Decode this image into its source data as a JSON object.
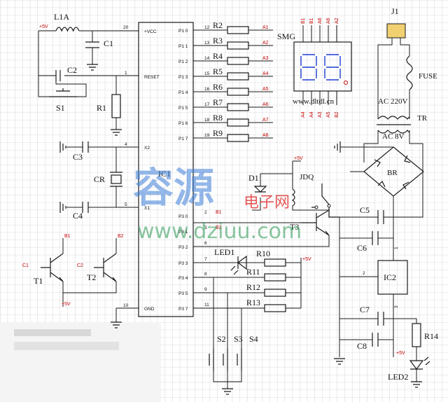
{
  "labels": {
    "l1a": "L1A",
    "c1": "C1",
    "c2": "C2",
    "s1": "S1",
    "r1": "R1",
    "c3": "C3",
    "cr": "CR",
    "c4": "C4",
    "t1": "T1",
    "t2": "T2",
    "ic1": "IC1",
    "smg": "SMG",
    "j1": "J1",
    "fuse": "FUSE",
    "ac220": "AC 220V",
    "tr": "TR",
    "ac8": "AC 8V",
    "br": "BR",
    "d1": "D1",
    "jdq": "JDQ",
    "t3": "T3",
    "c5": "C5",
    "c6": "C6",
    "led1": "LED1",
    "r10": "R10",
    "r11": "R11",
    "r12": "R12",
    "r13": "R13",
    "ic2": "IC2",
    "c7": "C7",
    "c8": "C8",
    "r14": "R14",
    "led2": "LED2",
    "s2": "S2",
    "s3": "S3",
    "s4": "S4",
    "site": "www.dltdl.cn"
  },
  "resistors": [
    "R2",
    "R3",
    "R4",
    "R5",
    "R6",
    "R7",
    "R8",
    "R9"
  ],
  "seg_nets_right": [
    "A1",
    "A2",
    "A3",
    "A4",
    "A5",
    "A6",
    "A7",
    "A8"
  ],
  "p1_pins": [
    "P1 0",
    "P1 1",
    "P1 2",
    "P1 3",
    "P1 4",
    "P1 5",
    "P1 6",
    "P1 7"
  ],
  "p1_pin_numbers": [
    "12",
    "13",
    "14",
    "15",
    "16",
    "17",
    "18",
    "19"
  ],
  "p3_pins": [
    "P3 0",
    "P3 1",
    "P3 2",
    "P3 3",
    "P3 4",
    "P3 5",
    "P3 7"
  ],
  "p3_pin_numbers": [
    "2",
    "3",
    "6",
    "7",
    "8",
    "9",
    "11"
  ],
  "p3_nets": [
    "B1",
    "B2"
  ],
  "ic1_pins": {
    "vcc": "+VCC",
    "reset": "RESET",
    "x2": "X2",
    "x1": "X1",
    "gnd": "GND",
    "n20": "20",
    "n1": "1",
    "n4": "4",
    "n5": "5",
    "n10": "10"
  },
  "smg_top": [
    "B1",
    "B1",
    "A6",
    "A6",
    "A2"
  ],
  "smg_bottom": [
    "A4",
    "A4",
    "A3",
    "A5",
    "B2"
  ],
  "display_digits": "88",
  "vcc_label": "+5V",
  "t1_nets": {
    "base": "C1",
    "collector": "B1"
  },
  "t2_nets": {
    "base": "C2",
    "collector": "B2"
  },
  "ic2_pins": [
    "1",
    "2",
    "3"
  ],
  "watermark": {
    "main": "容源",
    "sub": "电子网",
    "url": "www.dziuu.com"
  },
  "colors": {
    "grid": "#b8b8b8",
    "wire": "#1a1a1a",
    "display": "#1a3fd0",
    "watermark_blue": "#3d7fd8",
    "watermark_red": "#e03030",
    "watermark_green": "#3aa060",
    "label_red": "#c00000"
  }
}
